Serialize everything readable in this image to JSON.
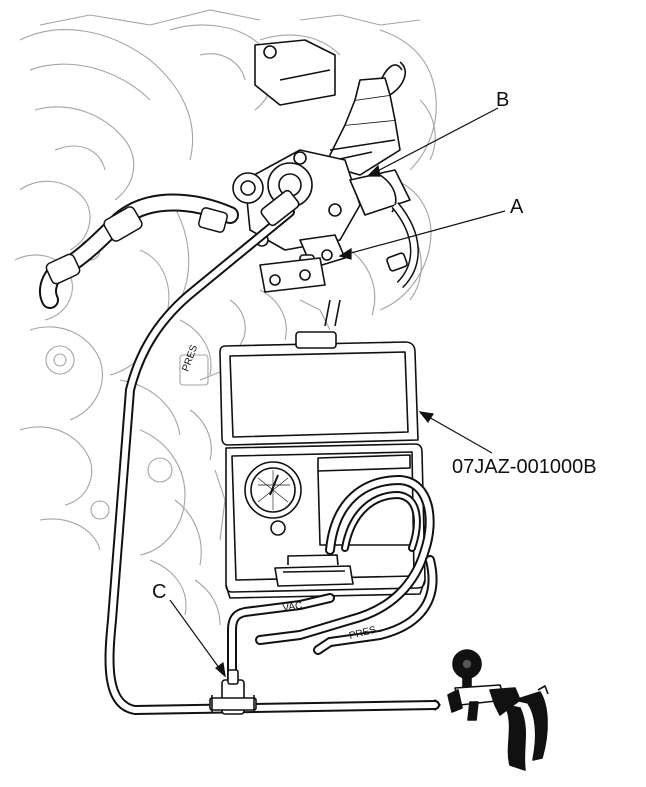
{
  "callouts": {
    "a": "A",
    "b": "B",
    "c": "C",
    "tool": "07JAZ-001000B"
  },
  "hose_labels": {
    "vac": "VAC",
    "pres": "PRES"
  },
  "colors": {
    "line": "#111111",
    "engine_line": "#9a9a9a",
    "background": "#ffffff"
  }
}
